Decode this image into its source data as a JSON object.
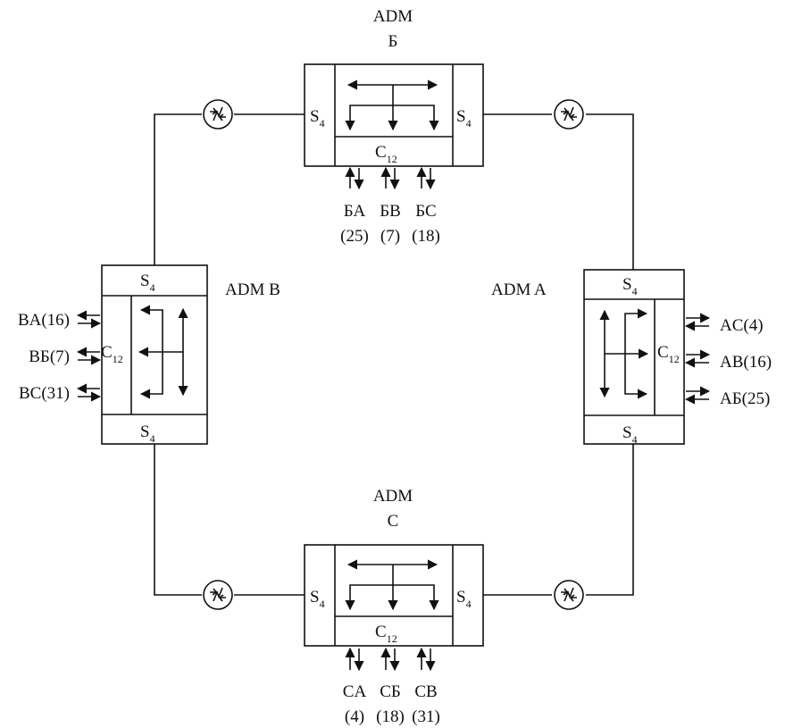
{
  "nodes": {
    "b": {
      "title": "ADM",
      "subtitle": "Б",
      "west_port": "S",
      "west_port_sub": "4",
      "east_port": "S",
      "east_port_sub": "4",
      "cross": "C",
      "cross_sub": "12",
      "tributaries": [
        {
          "name": "БА",
          "slot": "(25)"
        },
        {
          "name": "БВ",
          "slot": "(7)"
        },
        {
          "name": "БС",
          "slot": "(18)"
        }
      ]
    },
    "c": {
      "title": "ADM",
      "subtitle": "C",
      "west_port": "S",
      "west_port_sub": "4",
      "east_port": "S",
      "east_port_sub": "4",
      "cross": "C",
      "cross_sub": "12",
      "tributaries": [
        {
          "name": "CA",
          "slot": "(4)"
        },
        {
          "name": "CБ",
          "slot": "(18)"
        },
        {
          "name": "CB",
          "slot": "(31)"
        }
      ]
    },
    "v": {
      "title": "ADM B",
      "north_port": "S",
      "north_port_sub": "4",
      "south_port": "S",
      "south_port_sub": "4",
      "cross": "C",
      "cross_sub": "12",
      "tributaries": [
        "BA(16)",
        "BБ(7)",
        "BC(31)"
      ]
    },
    "a": {
      "title": "ADM A",
      "north_port": "S",
      "north_port_sub": "4",
      "south_port": "S",
      "south_port_sub": "4",
      "cross": "C",
      "cross_sub": "12",
      "tributaries": [
        "AC(4)",
        "AB(16)",
        "AБ(25)"
      ]
    }
  },
  "regenerators": [
    "regenerator-icon",
    "regenerator-icon",
    "regenerator-icon",
    "regenerator-icon"
  ]
}
